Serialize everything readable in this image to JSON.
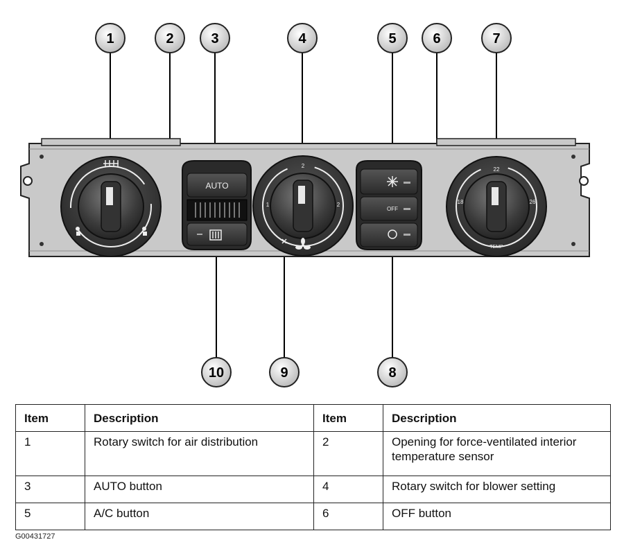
{
  "panel": {
    "auto_label": "AUTO",
    "off_label": "OFF",
    "blower_scale": {
      "low": "1",
      "mid": "2",
      "high": "2"
    },
    "temp_scale": {
      "low": "18",
      "mid": "22",
      "high": "26",
      "label": "TEMP"
    }
  },
  "callouts": [
    {
      "num": "1"
    },
    {
      "num": "2"
    },
    {
      "num": "3"
    },
    {
      "num": "4"
    },
    {
      "num": "5"
    },
    {
      "num": "6"
    },
    {
      "num": "7"
    },
    {
      "num": "8"
    },
    {
      "num": "9"
    },
    {
      "num": "10"
    }
  ],
  "legend": {
    "headers": [
      "Item",
      "Description",
      "Item",
      "Description"
    ],
    "rows": [
      [
        {
          "item": "1",
          "desc": "Rotary switch for air distribution"
        },
        {
          "item": "2",
          "desc": "Opening for force-ventilated interior temperature sensor"
        }
      ],
      [
        {
          "item": "3",
          "desc": "AUTO button"
        },
        {
          "item": "4",
          "desc": "Rotary switch for blower setting"
        }
      ],
      [
        {
          "item": "5",
          "desc": "A/C button"
        },
        {
          "item": "6",
          "desc": "OFF button"
        }
      ]
    ]
  },
  "figure_id": "G00431727"
}
